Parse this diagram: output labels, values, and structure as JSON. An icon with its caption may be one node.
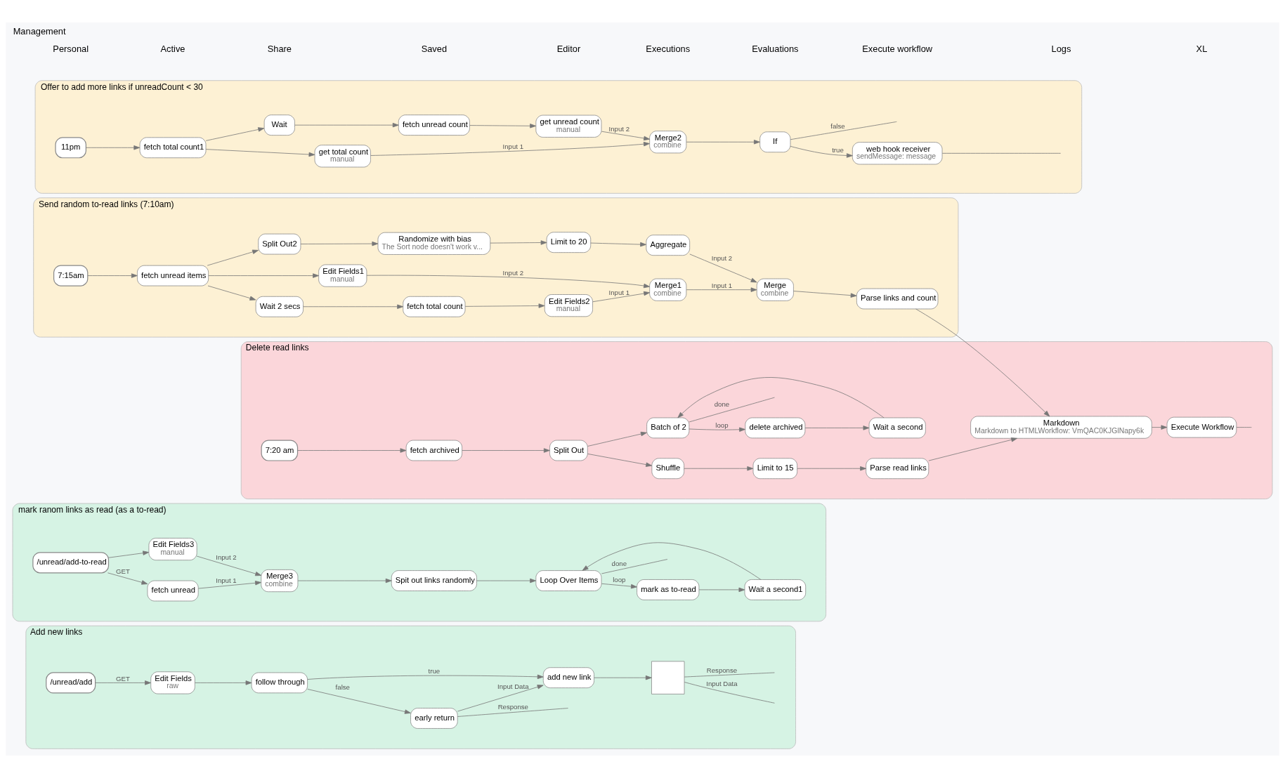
{
  "diagram": {
    "title": "Management",
    "nodes": [
      {
        "text": [
          "Add new links"
        ]
      },
      {
        "text": [
          "/unread/add"
        ],
        "in": 0
      },
      {
        "text": [
          "Edit Fields",
          "raw"
        ],
        "in": 0
      },
      {
        "text": [
          "follow through"
        ],
        "in": 0
      },
      {
        "text": [
          "early return"
        ],
        "in": 0
      },
      {
        "text": [
          "add new link"
        ],
        "in": 0
      },
      {
        "text": [],
        "shape": "box",
        "in": 0
      },
      {
        "text": [
          "mark ranom links as read (as a to-read)"
        ]
      },
      {
        "text": [
          "/unread/add-to-read"
        ],
        "in": 7
      },
      {
        "text": [
          "fetch unread"
        ],
        "in": 7
      },
      {
        "text": [
          "Edit Fields3",
          "manual"
        ],
        "in": 7
      },
      {
        "text": [
          "Merge3",
          "combine"
        ],
        "in": 7
      },
      {
        "text": [
          "Spit out links randomly"
        ],
        "in": 7
      },
      {
        "text": [
          "Loop Over Items"
        ],
        "in": 7
      },
      {
        "text": [
          "mark as to-read"
        ],
        "in": 7
      },
      {
        "text": [
          "Wait a second1"
        ],
        "in": 7
      },
      {
        "text": [
          "Send random to-read links (7:10am)"
        ]
      },
      {
        "text": [
          "7:15am"
        ],
        "in": 16
      },
      {
        "text": [
          "fetch unread items"
        ],
        "in": 16
      },
      {
        "text": [
          "Wait 2 secs"
        ],
        "in": 16
      },
      {
        "text": [
          "fetch total count"
        ],
        "in": 16
      },
      {
        "text": [
          "Edit Fields2",
          "manual"
        ],
        "in": 16
      },
      {
        "text": [
          "Edit Fields1",
          "manual"
        ],
        "in": 16
      },
      {
        "text": [
          "Merge1",
          "combine"
        ],
        "in": 16
      },
      {
        "text": [
          "Split Out2"
        ],
        "in": 16
      },
      {
        "text": [
          "Randomize with bias",
          "The Sort node doesn't work v..."
        ],
        "in": 16
      },
      {
        "text": [
          "Limit to 20"
        ],
        "in": 16
      },
      {
        "text": [
          "Aggregate"
        ],
        "in": 16
      },
      {
        "text": [
          "Merge",
          "combine"
        ],
        "in": 16
      },
      {
        "text": [
          "Parse links and count"
        ],
        "in": 16
      },
      {
        "text": [
          "Offer to add more links if unreadCount < 30"
        ]
      },
      {
        "text": [
          "11pm"
        ],
        "in": 30
      },
      {
        "text": [
          "fetch total count1"
        ],
        "in": 30
      },
      {
        "text": [
          "get total count",
          "manual"
        ],
        "in": 30
      },
      {
        "text": [
          "Wait"
        ],
        "in": 30
      },
      {
        "text": [
          "fetch unread count"
        ],
        "in": 30
      },
      {
        "text": [
          "get unread count",
          "manual"
        ],
        "in": 30
      },
      {
        "text": [
          "Merge2",
          "combine"
        ],
        "in": 30
      },
      {
        "text": [
          "If"
        ],
        "in": 30
      },
      {
        "text": [
          "web hook receiver",
          "sendMessage: message"
        ],
        "in": 30
      },
      {
        "text": [
          "Delete read links"
        ]
      },
      {
        "text": [
          "7:20 am"
        ],
        "in": 40
      },
      {
        "text": [
          "fetch archived"
        ],
        "in": 40
      },
      {
        "text": [
          "Split Out"
        ],
        "in": 40
      },
      {
        "text": [
          "Shuffle"
        ],
        "in": 40
      },
      {
        "text": [
          "Limit to 15"
        ],
        "in": 40
      },
      {
        "text": [
          "Parse read links"
        ],
        "in": 40
      },
      {
        "text": [
          "Markdown",
          "Markdown to HTMLWorkflow: VmQAC0KJGlNapy6k"
        ],
        "in": 40
      },
      {
        "text": [
          "Execute Workflow"
        ],
        "in": 40
      },
      {
        "text": [
          "Batch of 2"
        ],
        "in": 40
      },
      {
        "text": [
          "delete archived"
        ],
        "in": 40
      },
      {
        "text": [
          "Wait a second"
        ],
        "in": 40
      }
    ],
    "edges": [
      {
        "from": 1,
        "to": 2,
        "arrow": "to",
        "label": "GET"
      },
      {
        "from": 2,
        "to": 3,
        "arrow": "to"
      },
      {
        "from": 3,
        "to": 5,
        "arrow": "to",
        "label": "true"
      },
      {
        "from": 3,
        "to": 4,
        "arrow": "to",
        "label": "false"
      },
      {
        "from": 4,
        "to": 5,
        "arrow": "to",
        "label": "Input Data"
      },
      {
        "from": 4,
        "to": null,
        "arrow": "none",
        "label": "Response"
      },
      {
        "from": 5,
        "to": 6,
        "arrow": "to"
      },
      {
        "from": 6,
        "to": null,
        "arrow": "none",
        "label": "Input Data"
      },
      {
        "from": 6,
        "to": null,
        "arrow": "none",
        "label": "Response"
      },
      {
        "from": 8,
        "to": 9,
        "arrow": "to",
        "label": "GET"
      },
      {
        "from": 8,
        "to": 10,
        "arrow": "to"
      },
      {
        "from": 9,
        "to": 11,
        "arrow": "to",
        "label": "Input 1"
      },
      {
        "from": 10,
        "to": 11,
        "arrow": "to",
        "label": "Input 2"
      },
      {
        "from": 11,
        "to": 12,
        "arrow": "to"
      },
      {
        "from": 12,
        "to": 13,
        "arrow": "to"
      },
      {
        "from": 13,
        "to": null,
        "arrow": "none",
        "label": "done"
      },
      {
        "from": 13,
        "to": 14,
        "arrow": "to",
        "label": "loop"
      },
      {
        "from": 14,
        "to": 15,
        "arrow": "to"
      },
      {
        "from": 15,
        "to": 13,
        "arrow": "to"
      },
      {
        "from": 17,
        "to": 18,
        "arrow": "to"
      },
      {
        "from": 18,
        "to": 19,
        "arrow": "to"
      },
      {
        "from": 18,
        "to": 22,
        "arrow": "to"
      },
      {
        "from": 18,
        "to": 24,
        "arrow": "to"
      },
      {
        "from": 19,
        "to": 20,
        "arrow": "to"
      },
      {
        "from": 20,
        "to": 21,
        "arrow": "to"
      },
      {
        "from": 21,
        "to": 23,
        "arrow": "to",
        "label": "Input 1"
      },
      {
        "from": 22,
        "to": 23,
        "arrow": "to",
        "label": "Input 2"
      },
      {
        "from": 24,
        "to": 25,
        "arrow": "to"
      },
      {
        "from": 25,
        "to": 26,
        "arrow": "to"
      },
      {
        "from": 26,
        "to": 27,
        "arrow": "to"
      },
      {
        "from": 23,
        "to": 28,
        "arrow": "to",
        "label": "Input 1"
      },
      {
        "from": 27,
        "to": 28,
        "arrow": "to",
        "label": "Input 2"
      },
      {
        "from": 28,
        "to": 29,
        "arrow": "to"
      },
      {
        "from": 29,
        "to": 47,
        "arrow": "to"
      },
      {
        "from": 31,
        "to": 32,
        "arrow": "to"
      },
      {
        "from": 32,
        "to": 33,
        "arrow": "to"
      },
      {
        "from": 32,
        "to": 34,
        "arrow": "to"
      },
      {
        "from": 34,
        "to": 35,
        "arrow": "to"
      },
      {
        "from": 35,
        "to": 36,
        "arrow": "to"
      },
      {
        "from": 33,
        "to": 37,
        "arrow": "to",
        "label": "Input 1"
      },
      {
        "from": 36,
        "to": 37,
        "arrow": "to",
        "label": "Input 2"
      },
      {
        "from": 37,
        "to": 38,
        "arrow": "to"
      },
      {
        "from": 38,
        "to": 39,
        "arrow": "to",
        "label": "true"
      },
      {
        "from": 38,
        "to": null,
        "arrow": "none",
        "label": "false"
      },
      {
        "from": 39,
        "to": null,
        "arrow": "none"
      },
      {
        "from": 41,
        "to": 42,
        "arrow": "to"
      },
      {
        "from": 42,
        "to": 43,
        "arrow": "to"
      },
      {
        "from": 43,
        "to": 44,
        "arrow": "to"
      },
      {
        "from": 43,
        "to": 49,
        "arrow": "to"
      },
      {
        "from": 44,
        "to": 45,
        "arrow": "to"
      },
      {
        "from": 45,
        "to": 46,
        "arrow": "to"
      },
      {
        "from": 46,
        "to": 47,
        "arrow": "to"
      },
      {
        "from": 47,
        "to": 48,
        "arrow": "to"
      },
      {
        "from": 48,
        "to": null,
        "arrow": "none"
      },
      {
        "from": 49,
        "to": null,
        "arrow": "none",
        "label": "done"
      },
      {
        "from": 49,
        "to": 50,
        "arrow": "to",
        "label": "loop"
      },
      {
        "from": 50,
        "to": 51,
        "arrow": "to"
      },
      {
        "from": 51,
        "to": 49,
        "arrow": "to"
      }
    ],
    "labels": [
      "Personal",
      "Active",
      "Share",
      "Saved",
      "Editor",
      "Executions",
      "Evaluations",
      "Execute workflow",
      "Logs",
      "XL"
    ]
  }
}
